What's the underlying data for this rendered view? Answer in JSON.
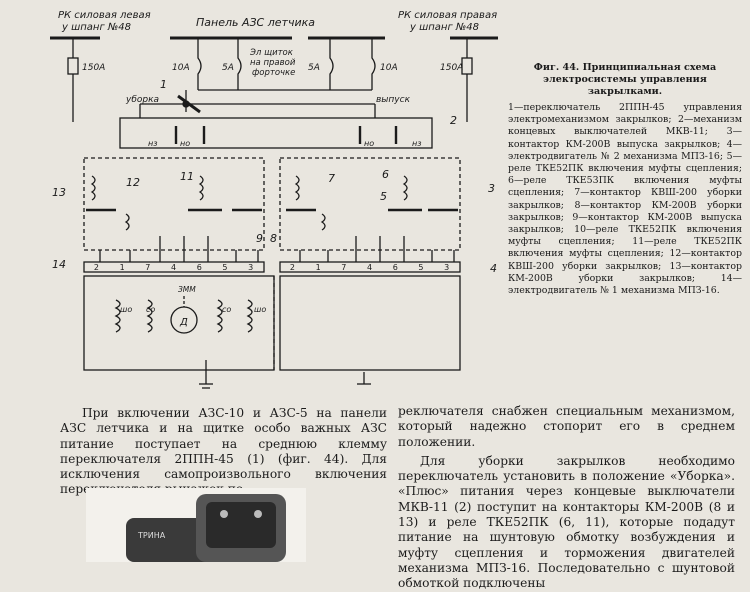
{
  "diagram": {
    "left_bus_label_1": "РК силовая левая",
    "left_bus_label_2": "у шпанг №48",
    "right_bus_label_1": "РК силовая правая",
    "right_bus_label_2": "у шпанг №48",
    "panel_label": "Панель АЗС летчика",
    "shield_label_1": "Эл щиток",
    "shield_label_2": "на правой",
    "shield_label_3": "форточке",
    "fuse_left": "150А",
    "fuse_right": "150А",
    "breaker_10a_left": "10А",
    "breaker_5a_left": "5А",
    "breaker_5a_right": "5А",
    "breaker_10a_right": "10А",
    "uborka": "уборка",
    "vypusk": "выпуск",
    "motor_label": "Д",
    "zmm": "ЗММ",
    "wo": "шо",
    "co": "со",
    "nz": "нз",
    "no": "но",
    "num_1": "1",
    "num_2": "2",
    "num_3": "3",
    "num_4": "4",
    "num_5": "5",
    "num_6": "6",
    "num_7": "7",
    "num_8": "8",
    "num_9": "9",
    "num_11": "11",
    "num_12": "12",
    "num_13": "13",
    "num_14": "14",
    "term_left": [
      "2",
      "1",
      "7",
      "4",
      "6",
      "5",
      "3"
    ],
    "term_right": [
      "2",
      "1",
      "7",
      "4",
      "6",
      "5",
      "3"
    ]
  },
  "caption": {
    "title": "Фиг. 44. Принципиальная схема электросистемы управления закрылками.",
    "body": "1—переключатель 2ППН-45 управления электромеханизмом закрылков; 2—механизм концевых выключателей МКВ-11; 3—контактор КМ-200В выпуска закрылков; 4—электродвигатель № 2 механизма МПЗ-16; 5—реле ТКЕ52ПК включения муфты сцепления; 6—реле ТКЕ53ПК включения муфты сцепления; 7—контактор КВШ-200 уборки закрылков; 8—контактор КМ-200В уборки закрылков; 9—контактор КМ-200В выпуска закрылков; 10—реле ТКЕ52ПК включения муфты сцепления; 11—реле ТКЕ52ПК включения муфты сцепления; 12—контактор КВШ-200 уборки закрылков; 13—контактор КМ-200В уборки закрылков; 14—электродвигатель № 1 механизма МПЗ-16."
  },
  "text": {
    "left_para": "При включении АЗС-10 и АЗС-5 на панели АЗС летчика и на щитке особо важных АЗС питание поступает на среднюю клемму переключателя 2ППН-45 (1) (фиг. 44). Для исключения самопроизвольного включения переключателя рычажок пе-",
    "right_para1": "реключателя снабжен специальным механизмом, который надежно стопорит его в среднем положении.",
    "right_para2": "Для уборки закрылков необходимо переключатель установить в положение «Уборка». «Плюс» питания через концевые выключатели МКВ-11 (2) поступит на контакторы КМ-200В (8 и 13) и реле ТКЕ52ПК (6, 11), которые подадут питание на шунтовую обмотку возбуждения и муфту сцепления и торможения двигателей механизма МПЗ-16. Последовательно с шунтовой обмоткой подключены"
  },
  "photo": {
    "label": "ТРИНА"
  }
}
